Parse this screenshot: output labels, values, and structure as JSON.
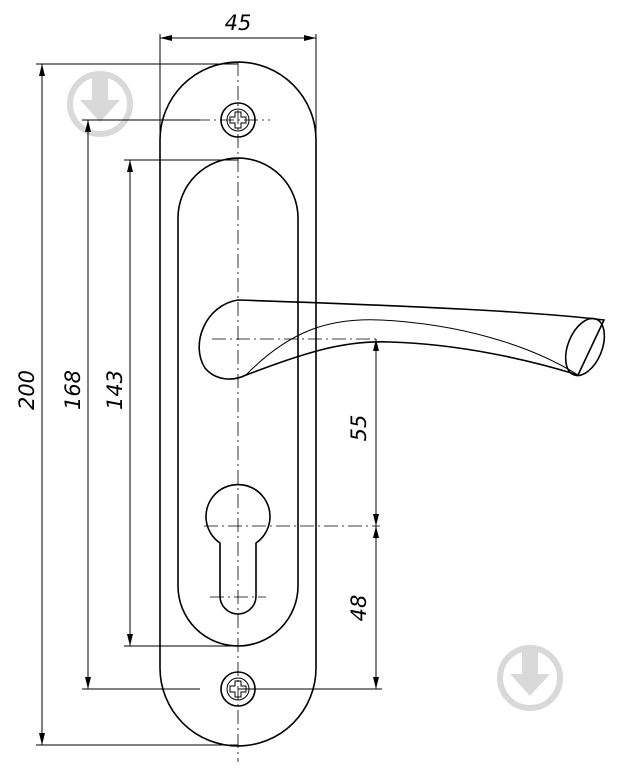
{
  "drawing": {
    "dimensions": {
      "width": "45",
      "overall_height": "200",
      "screw_spacing": "168",
      "inner_plate_height": "143",
      "handle_to_cylinder": "55",
      "cylinder_to_screw": "48"
    },
    "colors": {
      "line": "#000000",
      "background": "#ffffff",
      "watermark": "#d9d9d9"
    },
    "icons": {
      "watermark": "download-arrow-icon",
      "screw": "phillips-screw-icon"
    }
  }
}
